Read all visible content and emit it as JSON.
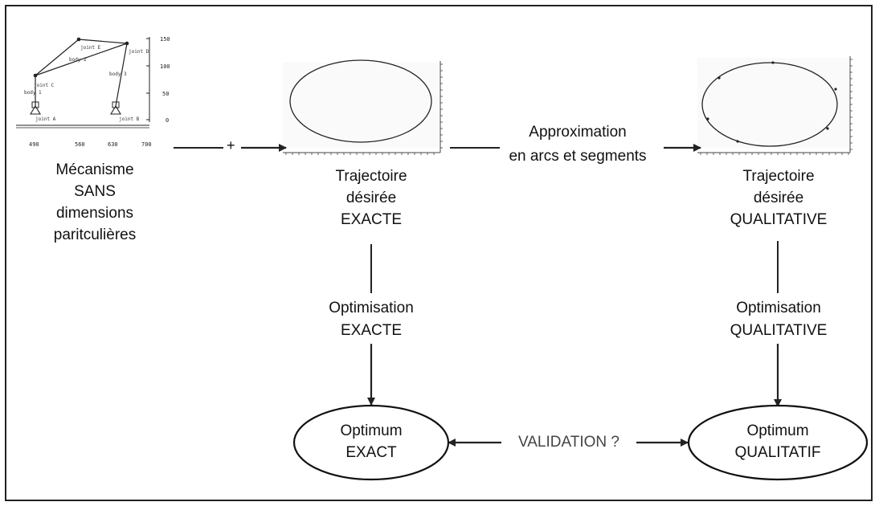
{
  "mechanism": {
    "labels": {
      "joint_a": "joint A",
      "joint_b": "joint B",
      "joint_c": "joint C",
      "joint_d": "joint D",
      "joint_e": "joint E",
      "body1": "body 1",
      "body2": "body 2",
      "body3": "body 3"
    },
    "y_ticks": [
      "150",
      "100",
      "50",
      "0"
    ],
    "x_ticks": [
      "490",
      "560",
      "630",
      "700"
    ],
    "caption": [
      "Mécanisme",
      "SANS",
      "dimensions",
      "paritculières"
    ]
  },
  "plus_sign": "+",
  "exact": {
    "trajectory": [
      "Trajectoire",
      "désirée",
      "EXACTE"
    ],
    "optimisation": [
      "Optimisation",
      "EXACTE"
    ],
    "optimum": [
      "Optimum",
      "EXACT"
    ]
  },
  "approximation": [
    "Approximation",
    "en arcs et segments"
  ],
  "qualitative": {
    "trajectory": [
      "Trajectoire",
      "désirée",
      "QUALITATIVE"
    ],
    "optimisation": [
      "Optimisation",
      "QUALITATIVE"
    ],
    "optimum": [
      "Optimum",
      "QUALITATIF"
    ]
  },
  "validation": "VALIDATION ?"
}
